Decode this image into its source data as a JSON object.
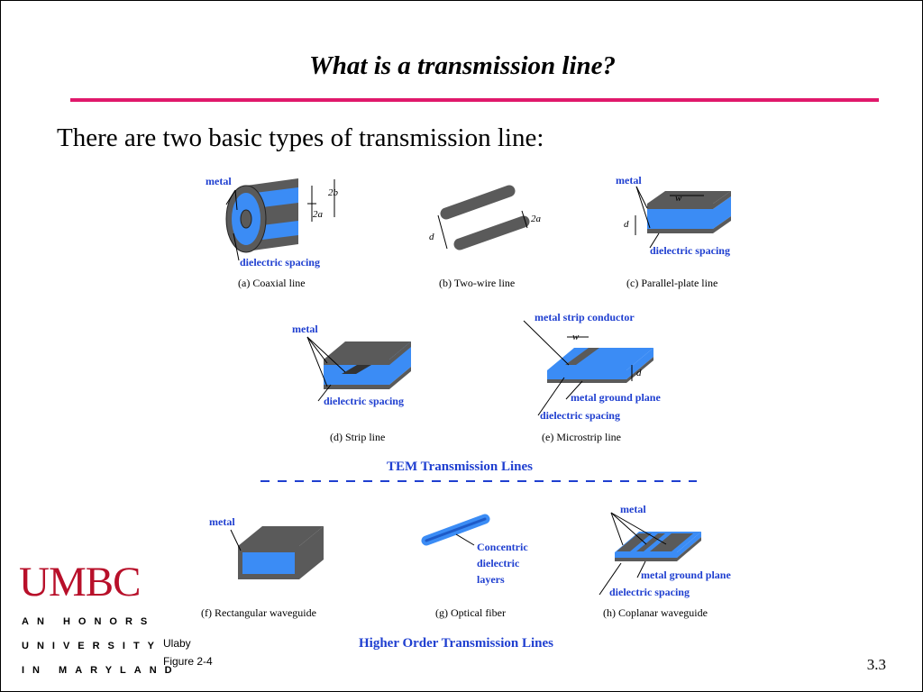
{
  "slide": {
    "title": "What is a transmission line?",
    "lead": "There are two basic types of transmission line:",
    "page_number": "3.3",
    "credit_author": "Ulaby",
    "credit_figure": "Figure 2-4"
  },
  "logo": {
    "word": "UMBC",
    "line1": "AN HONORS",
    "line2": "UNIVERSITY",
    "line3": "IN MARYLAND"
  },
  "figure": {
    "colors": {
      "dielectric": "#3b8cf5",
      "metal": "#5a5a5a",
      "label_blue": "#1f3fd0",
      "rule": "#e0186b"
    },
    "sections": {
      "tem": "TEM Transmission Lines",
      "higher": "Higher Order Transmission Lines"
    },
    "captions": {
      "a": "(a)  Coaxial line",
      "b": "(b)  Two-wire line",
      "c": "(c)  Parallel-plate line",
      "d": "(d)  Strip line",
      "e": "(e)  Microstrip line",
      "f": "(f)  Rectangular waveguide",
      "g": "(g)  Optical fiber",
      "h": "(h)  Coplanar waveguide"
    },
    "labels": {
      "metal": "metal",
      "dielectric_spacing": "dielectric spacing",
      "metal_strip_conductor": "metal strip conductor",
      "metal_ground_plane": "metal ground plane",
      "concentric_1": "Concentric",
      "concentric_2": "dielectric",
      "concentric_3": "layers"
    },
    "dims": {
      "two_b": "2b",
      "two_a": "2a",
      "d": "d",
      "w": "w"
    }
  }
}
